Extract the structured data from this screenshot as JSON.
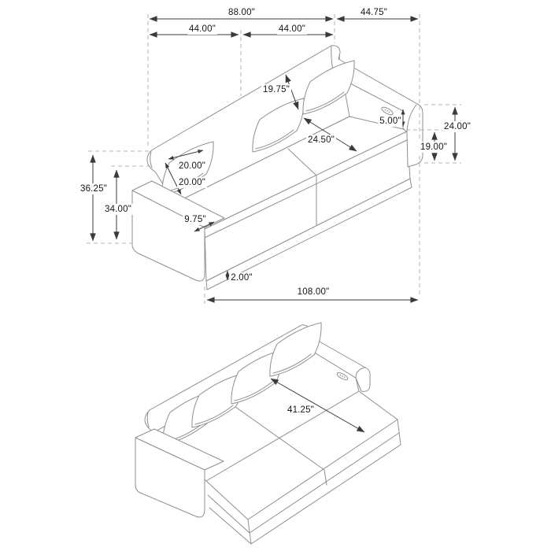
{
  "page": {
    "background": "#ffffff",
    "drawing_type": "furniture dimension diagram",
    "subject": "convertible sleeper sofa shown in sofa and bed configurations"
  },
  "colors": {
    "artwork_line": "#8f8f8f",
    "dimension_line": "#3a3a3a",
    "extension_line": "#b3b3b3",
    "label_text": "#161616"
  },
  "icons": {
    "usb_port": "oval-3-dot charging port glyph"
  },
  "views": {
    "sofa_view": {
      "pillow_count": 3,
      "usb_ports": 1
    },
    "bed_view": {
      "pillow_count": 4,
      "usb_ports": 1
    }
  },
  "dimensions": {
    "back_width": "88.00\"",
    "chaise_width": "44.75\"",
    "seat_width_left": "44.00\"",
    "seat_width_right": "44.00\"",
    "backrest_slope": "19.75\"",
    "seat_depth": "24.50\"",
    "pillow_width": "20.00\"",
    "pillow_height": "20.00\"",
    "overall_height": "36.25\"",
    "back_height": "34.00\"",
    "armrest_top_width": "9.75\"",
    "base_kick_height": "2.00\"",
    "overall_width": "108.00\"",
    "arm_above_seat": "5.00\"",
    "arm_height": "24.00\"",
    "seat_height": "19.00\"",
    "bed_extension_depth": "41.25\""
  }
}
